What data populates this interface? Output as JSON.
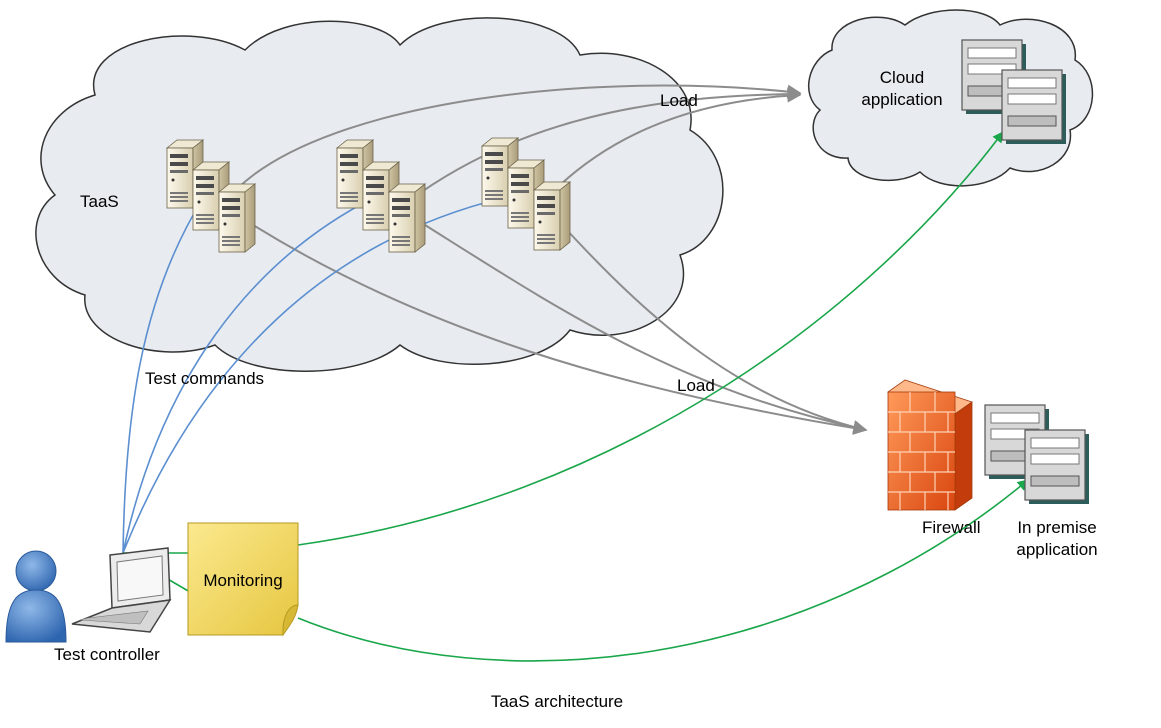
{
  "labels": {
    "taas": "TaaS",
    "cloud_app": "Cloud\napplication",
    "load_top": "Load",
    "load_bottom": "Load",
    "test_commands": "Test commands",
    "monitoring": "Monitoring",
    "firewall": "Firewall",
    "in_premise_app": "In premise\napplication",
    "test_controller": "Test controller"
  },
  "caption": "TaaS architecture",
  "colors": {
    "cloud_fill": "#e8ebf0",
    "cloud_stroke": "#333333",
    "load_arrow": "#8c8c8c",
    "command_arrow": "#5b8fd0",
    "monitor_arrow": "#1aa64a",
    "note_fill": "#f2d862",
    "firewall": "#e85a1c"
  },
  "icons": [
    "cloud-shape",
    "server-tower-icon",
    "app-server-icon",
    "firewall-icon",
    "user-icon",
    "laptop-icon",
    "sticky-note-icon"
  ]
}
